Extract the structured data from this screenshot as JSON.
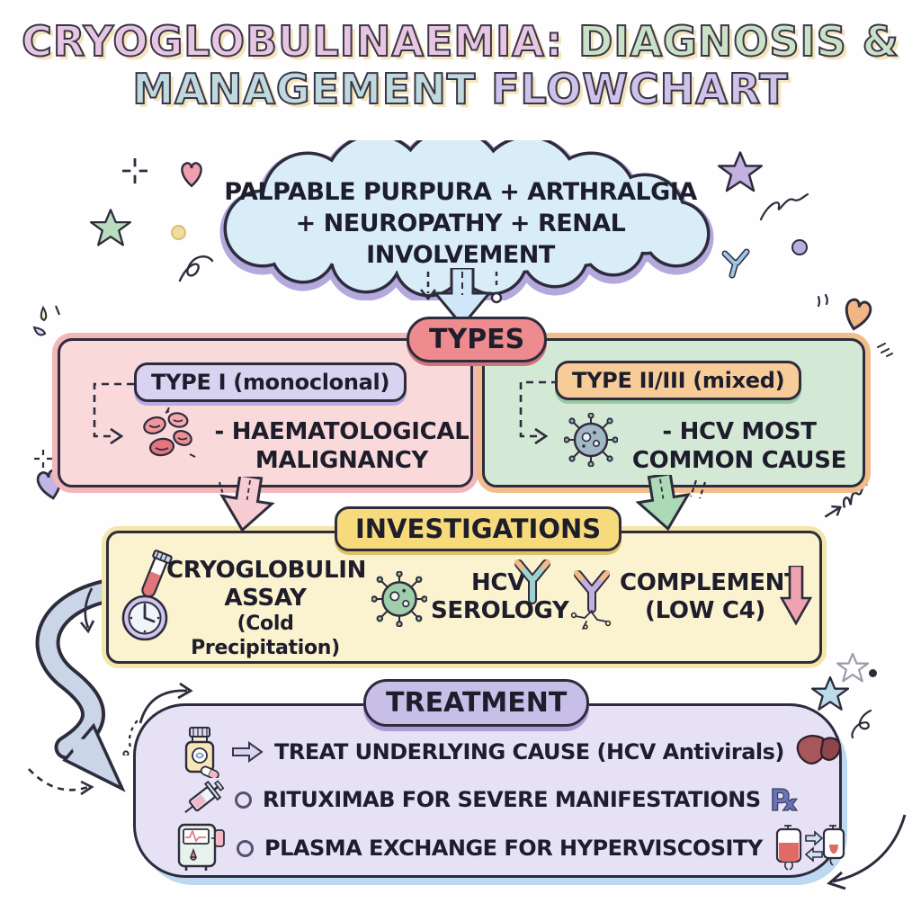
{
  "title": {
    "l1a": "CRYOGLOBULINAEMIA:",
    "l1b": " DIAGNOSIS &",
    "l2a": "MANAGEMENT",
    "l2b": " FLOWCHART"
  },
  "cloud": {
    "line1": "PALPABLE PURPURA + ARTHRALGIA",
    "line2": "+ NEUROPATHY + RENAL INVOLVEMENT"
  },
  "types": {
    "banner": "TYPES",
    "type1": {
      "label": "TYPE I (monoclonal)",
      "detail1": "- HAEMATOLOGICAL",
      "detail2": "MALIGNANCY"
    },
    "type2": {
      "label": "TYPE II/III (mixed)",
      "detail1": "- HCV MOST",
      "detail2": "COMMON CAUSE"
    }
  },
  "investigations": {
    "banner": "INVESTIGATIONS",
    "items": [
      {
        "line1": "CRYOGLOBULIN",
        "line2": "ASSAY",
        "line3": "(Cold Precipitation)"
      },
      {
        "line1": "HCV",
        "line2": "SEROLOGY"
      },
      {
        "line1": "COMPLEMENT",
        "line2": "(LOW C4)"
      }
    ]
  },
  "treatment": {
    "banner": "TREATMENT",
    "items": [
      {
        "text": "TREAT UNDERLYING CAUSE (HCV Antivirals)"
      },
      {
        "text": "RITUXIMAB FOR SEVERE MANIFESTATIONS",
        "rx": "℞"
      },
      {
        "text": "PLASMA EXCHANGE FOR HYPERVISCOSITY"
      }
    ]
  },
  "icons": {
    "cloud": "symptom-cloud",
    "red-blood-cells-icon": "red blood cells doodle",
    "virus-icon": "virus particle doodle",
    "test-tube-icon": "blood test tube",
    "clock-icon": "clock (cold precipitation time)",
    "antibody-icon": "Y-shaped antibody",
    "down-arrow-icon": "low complement arrow",
    "medicine-bottle-icon": "antiviral medicine bottle with capsule",
    "syringe-icon": "rituximab syringe",
    "apheresis-machine-icon": "plasma exchange machine",
    "liver-icon": "liver (HCV)",
    "rx-icon": "prescription symbol",
    "blood-bags-icon": "plasma exchange blood bags"
  },
  "colors": {
    "cloud_fill": "#d9edf9",
    "cloud_fringe": "#b3a9dd",
    "types_banner": "#ed8b8e",
    "type1_box": "#fad9db",
    "type1_glow": "#f3b6ba",
    "type1_pill": "#d9d2f1",
    "type2_box": "#d4e8d6",
    "type2_glow": "#f1bd8b",
    "type2_pill": "#f7cc99",
    "investigations_box": "#fbf2cf",
    "investigations_banner": "#f6da7c",
    "treatment_box": "#e7e1f6",
    "treatment_banner": "#c8bfe9",
    "treatment_shadow": "#bcd9f1",
    "arrow_blue": "#cfe7f8",
    "arrow_pink": "#f7ccd3",
    "arrow_green": "#abdab5",
    "s_curve_arrow": "#cbd5e8",
    "outline": "#2e2c3c"
  }
}
